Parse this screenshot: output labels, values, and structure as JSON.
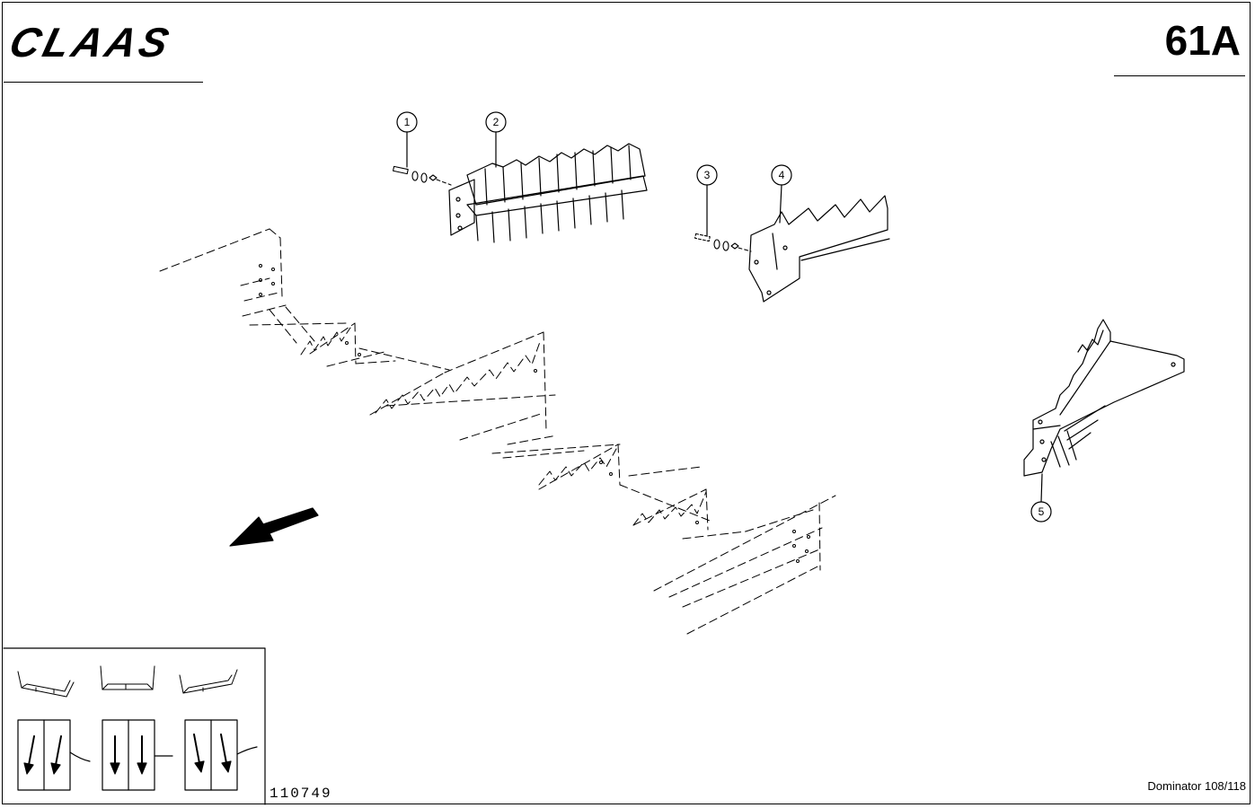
{
  "header": {
    "brand": "CLAAS",
    "page_number": "61A"
  },
  "footer": {
    "drawing_number": "110749",
    "model": "Dominator 108/118"
  },
  "callouts": [
    {
      "number": "1"
    },
    {
      "number": "2"
    },
    {
      "number": "3"
    },
    {
      "number": "4"
    },
    {
      "number": "5"
    }
  ]
}
